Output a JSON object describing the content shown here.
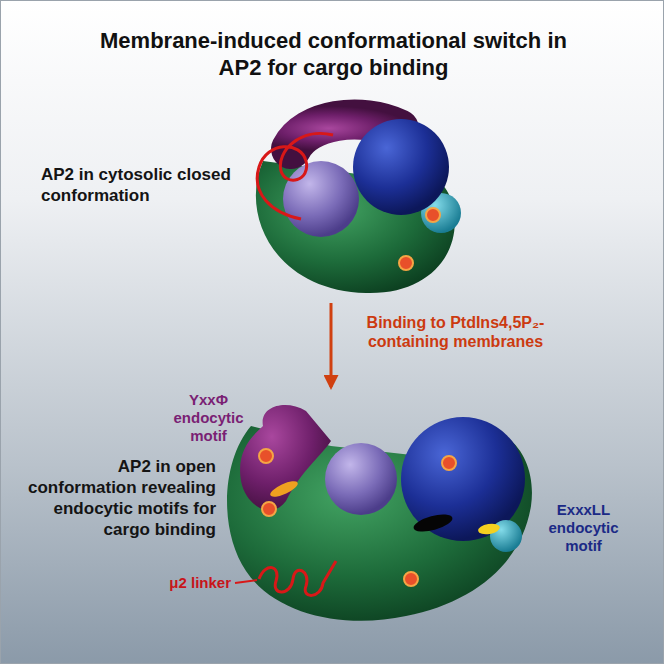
{
  "diagram": {
    "title": "Membrane-induced conformational switch in AP2 for cargo binding",
    "nodes": [
      {
        "text": [
          "AP2 in cytosolic closed conformation"
        ]
      },
      {
        "text": [
          "AP2 in open conformation revealing endocytic motifs for cargo binding"
        ]
      }
    ],
    "edges": [
      {
        "from": 0,
        "to": 1,
        "label": "Binding to PtdIns4,5P₂-containing membranes",
        "arrow": "to"
      }
    ],
    "labels": [
      "YxxΦ endocytic motif",
      "ExxxLL endocytic motif",
      "μ2 linker"
    ]
  }
}
